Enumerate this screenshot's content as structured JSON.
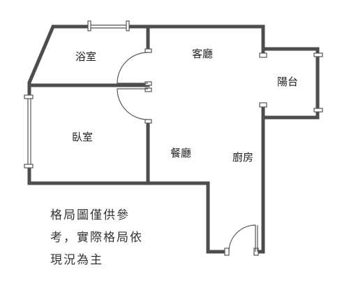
{
  "rooms": {
    "bathroom": "浴室",
    "living_room": "客廳",
    "balcony": "陽台",
    "bedroom": "臥室",
    "dining_room": "餐廳",
    "kitchen": "廚房"
  },
  "note": {
    "line1": "格局圖僅供參",
    "line2": "考，實際格局依",
    "line3": "現況為主"
  }
}
